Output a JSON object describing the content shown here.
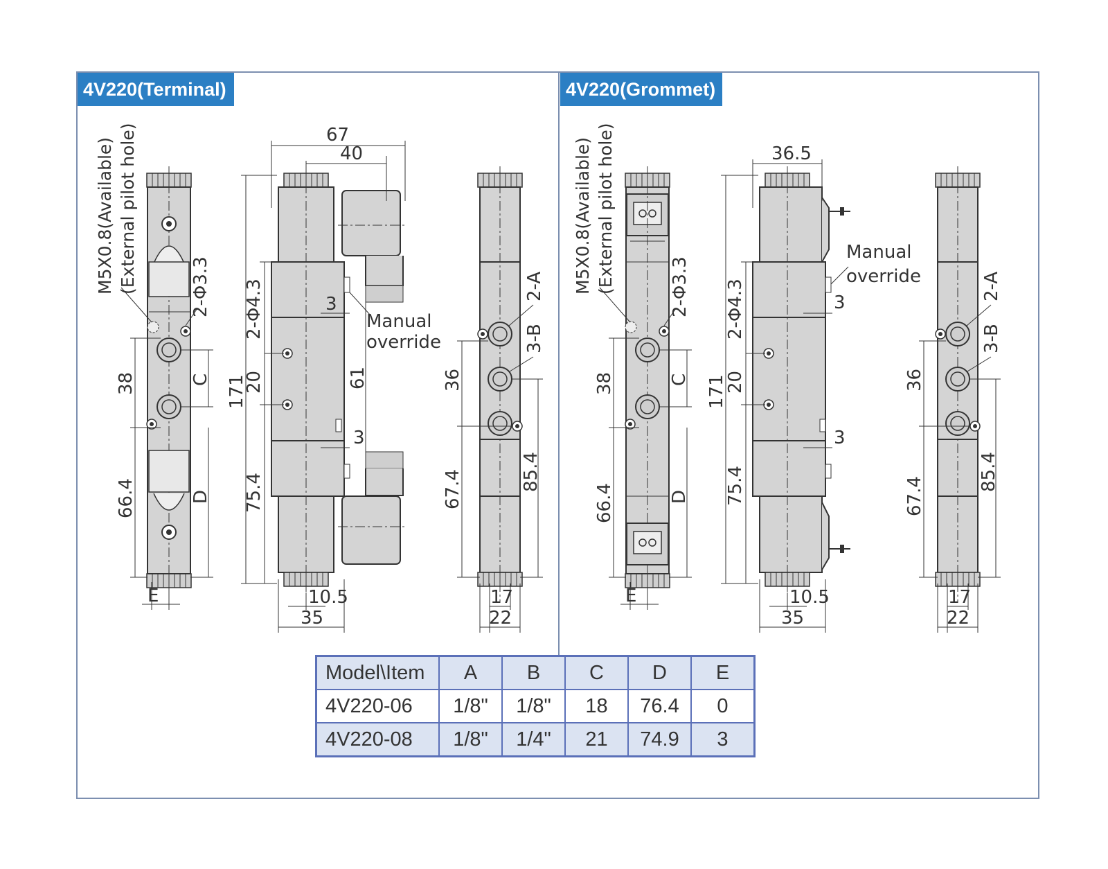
{
  "panels": {
    "left": {
      "title": "4V220(Terminal)"
    },
    "right": {
      "title": "4V220(Grommet)"
    }
  },
  "labels": {
    "port_note_line1": "M5X0.8(Available)",
    "port_note_line2": "(External pilot hole)",
    "hole_small": "2-Φ3.3",
    "hole_large": "2-Φ4.3",
    "port_a": "2-A",
    "port_b": "3-B",
    "letter_c": "C",
    "letter_d": "D",
    "letter_e": "E",
    "manual_line1": "Manual",
    "manual_line2": "override"
  },
  "dimensions": {
    "d67": "67",
    "d40": "40",
    "d36_5": "36.5",
    "d171": "171",
    "d38": "38",
    "d20": "20",
    "d61": "61",
    "d3": "3",
    "d66_4": "66.4",
    "d75_4": "75.4",
    "d36": "36",
    "d67_4": "67.4",
    "d85_4": "85.4",
    "d10_5": "10.5",
    "d35": "35",
    "d17": "17",
    "d22": "22"
  },
  "table": {
    "headers": [
      "Model\\Item",
      "A",
      "B",
      "C",
      "D",
      "E"
    ],
    "rows": [
      [
        "4V220-06",
        "1/8\"",
        "1/8\"",
        "18",
        "76.4",
        "0"
      ],
      [
        "4V220-08",
        "1/8\"",
        "1/4\"",
        "21",
        "74.9",
        "3"
      ]
    ]
  },
  "colors": {
    "accent": "#2b7fc4",
    "table_border": "#5b70b8",
    "table_fill": "#dbe3f2",
    "body_fill": "#d4d4d4"
  }
}
